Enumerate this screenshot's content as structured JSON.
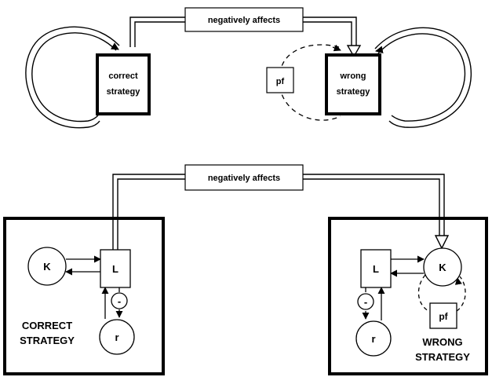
{
  "top": {
    "relation_label": "negatively affects",
    "correct_box": [
      "correct",
      "strategy"
    ],
    "wrong_box": [
      "wrong",
      "strategy"
    ],
    "pf_label": "pf"
  },
  "bottom": {
    "relation_label": "negatively affects",
    "correct": {
      "k": "K",
      "l": "L",
      "r": "r",
      "minus": "-",
      "caption": [
        "CORRECT",
        "STRATEGY"
      ]
    },
    "wrong": {
      "k": "K",
      "l": "L",
      "r": "r",
      "minus": "-",
      "pf": "pf",
      "caption": [
        "WRONG",
        "STRATEGY"
      ]
    }
  },
  "colors": {
    "ink": "#000000",
    "paper": "#ffffff"
  }
}
